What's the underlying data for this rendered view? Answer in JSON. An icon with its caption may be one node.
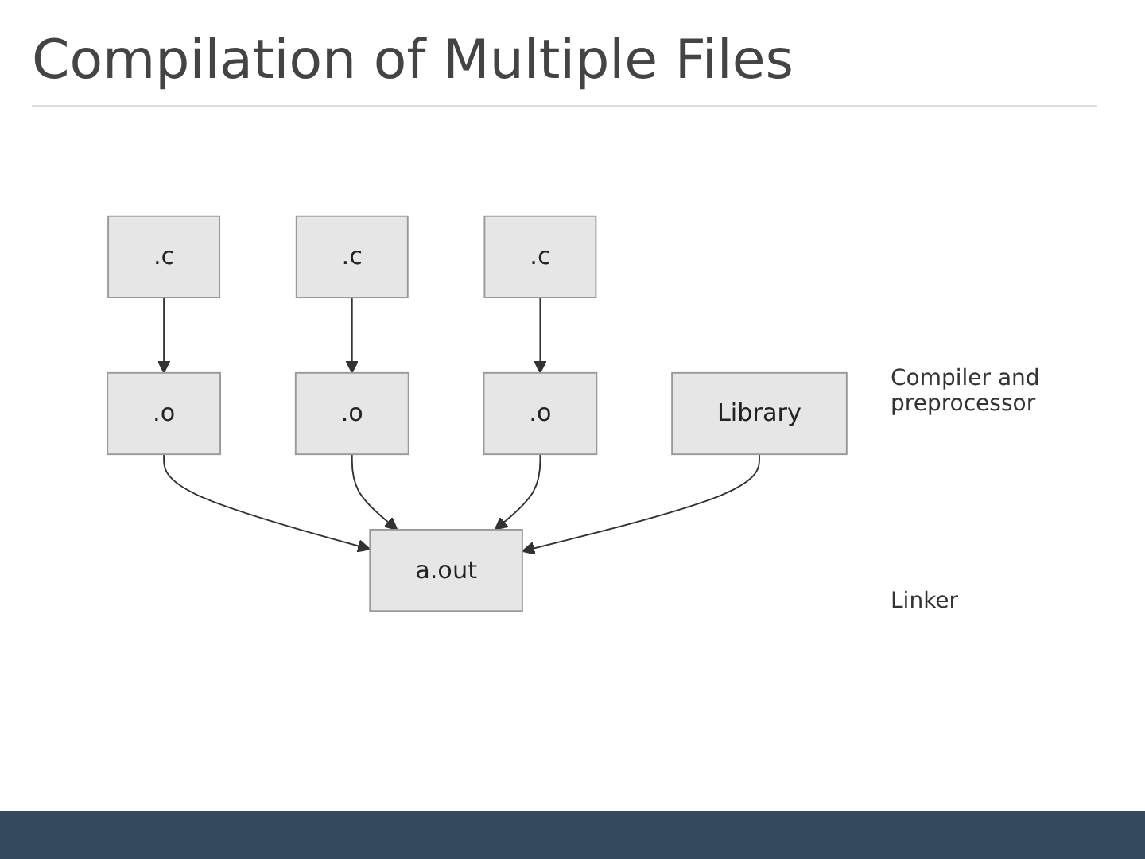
{
  "diagram": {
    "title": "Compilation of Multiple Files",
    "nodes": [
      {
        "text": [
          ".c"
        ]
      },
      {
        "text": [
          ".c"
        ]
      },
      {
        "text": [
          ".c"
        ]
      },
      {
        "text": [
          ".o"
        ]
      },
      {
        "text": [
          ".o"
        ]
      },
      {
        "text": [
          ".o"
        ]
      },
      {
        "text": [
          "Library"
        ]
      },
      {
        "text": [
          "a.out"
        ]
      }
    ],
    "edges": [
      {
        "from": 0,
        "to": 3,
        "arrow": "to"
      },
      {
        "from": 1,
        "to": 4,
        "arrow": "to"
      },
      {
        "from": 2,
        "to": 5,
        "arrow": "to"
      },
      {
        "from": 3,
        "to": 7,
        "arrow": "to"
      },
      {
        "from": 4,
        "to": 7,
        "arrow": "to"
      },
      {
        "from": 5,
        "to": 7,
        "arrow": "to"
      },
      {
        "from": 6,
        "to": 7,
        "arrow": "to"
      }
    ],
    "labels": [
      "Compiler and preprocessor",
      "Linker"
    ]
  }
}
